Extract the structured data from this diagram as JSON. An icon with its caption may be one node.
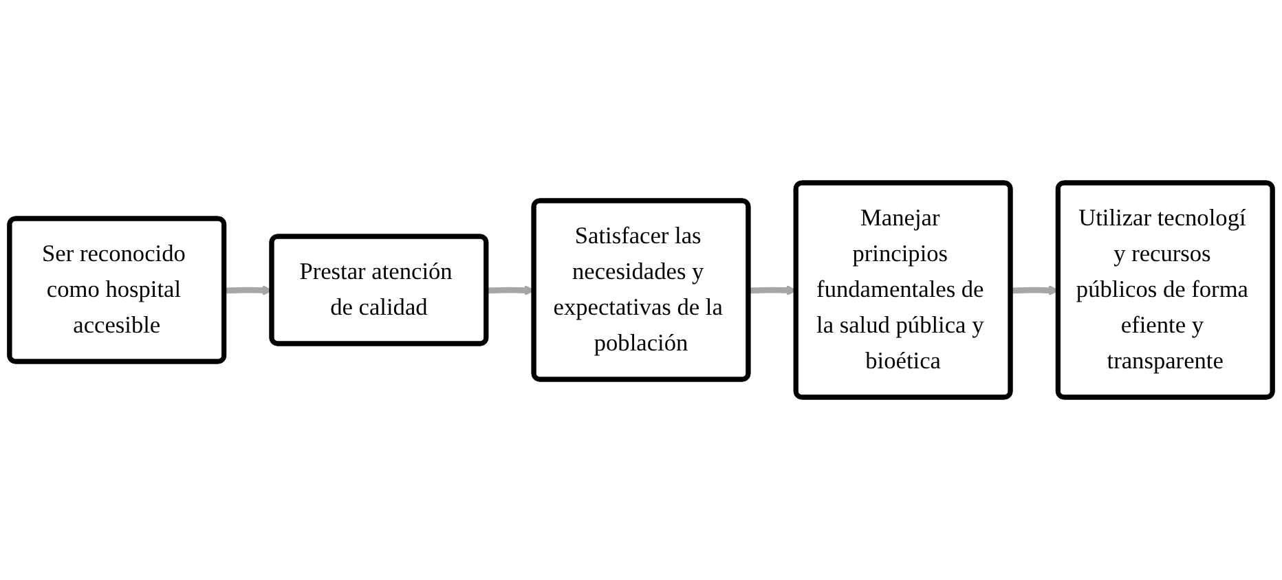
{
  "diagram": {
    "nodes": [
      {
        "text": [
          "Ser reconocido como hospital accesible"
        ]
      },
      {
        "text": [
          "Prestar atención de calidad"
        ]
      },
      {
        "text": [
          "Satisfacer las necesidades y expectativas de la población"
        ]
      },
      {
        "text": [
          "Manejar principios fundamentales de la salud pública y bioética"
        ]
      },
      {
        "text": [
          "Utilizar tecnologí y recursos públicos de forma efiente y transparente"
        ]
      }
    ],
    "edges": [
      {
        "from": 0,
        "to": 1,
        "arrow": "to"
      },
      {
        "from": 1,
        "to": 2,
        "arrow": "to"
      },
      {
        "from": 2,
        "to": 3,
        "arrow": "to"
      },
      {
        "from": 3,
        "to": 4,
        "arrow": "to"
      }
    ]
  }
}
